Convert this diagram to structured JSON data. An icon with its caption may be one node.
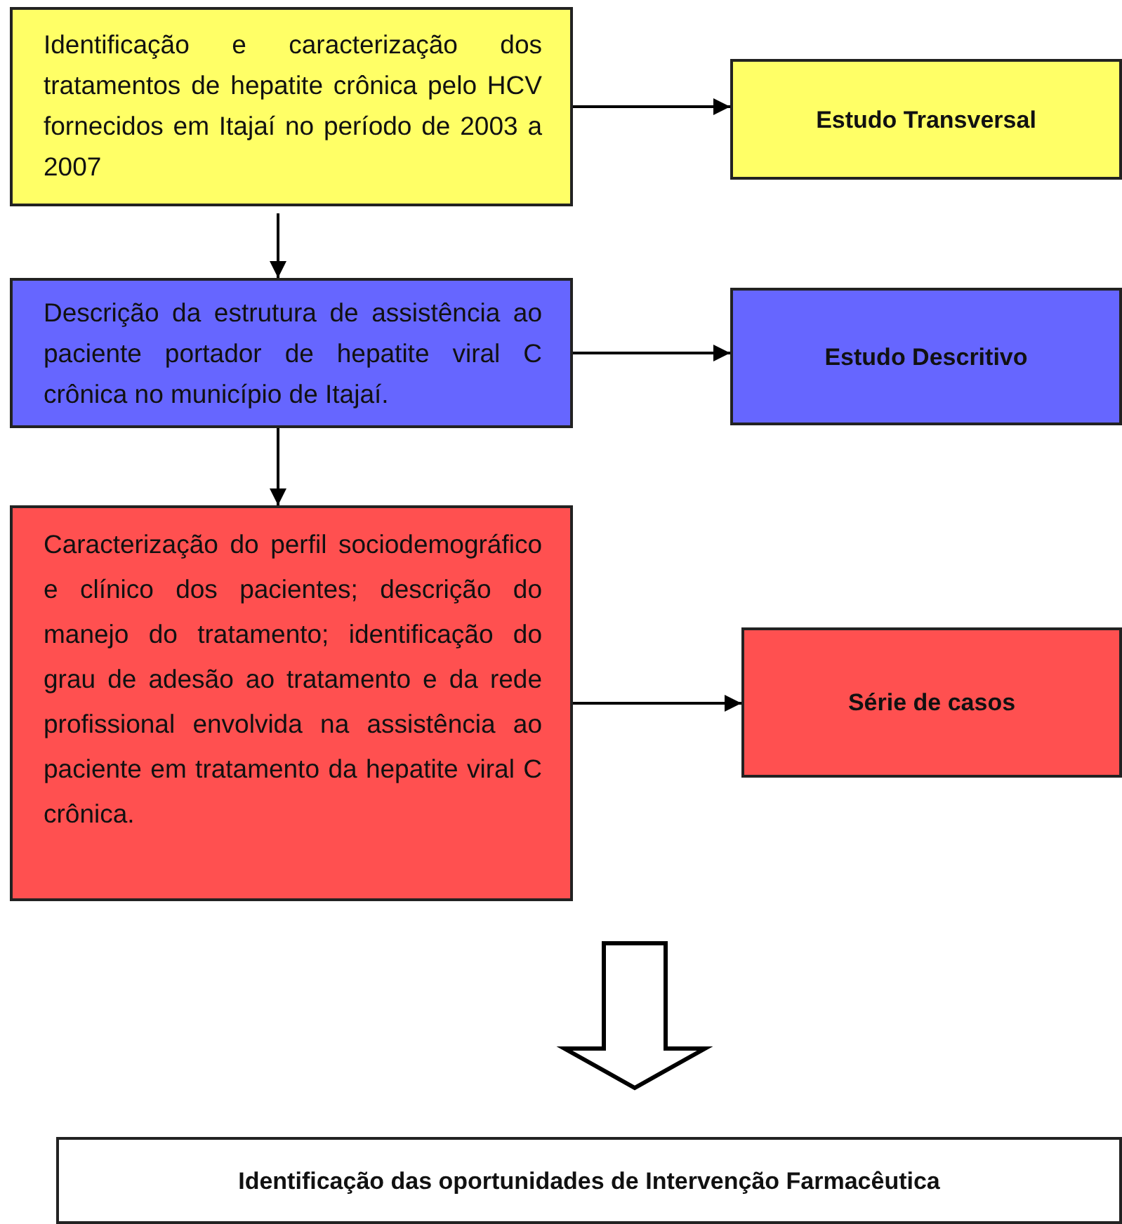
{
  "diagram": {
    "nodes": [
      {
        "text": [
          "Identificação e caracterização dos tratamentos de hepatite crônica pelo HCV fornecidos em Itajaí no período de 2003 a 2007"
        ]
      },
      {
        "text": [
          "Estudo Transversal"
        ]
      },
      {
        "text": [
          "Descrição da estrutura de assistência ao paciente portador de hepatite viral C crônica no município de Itajaí."
        ]
      },
      {
        "text": [
          "Estudo Descritivo"
        ]
      },
      {
        "text": [
          "Caracterização do perfil sociodemográfico e clínico dos pacientes; descrição do manejo do tratamento; identificação do grau de adesão ao tratamento e da rede profissional envolvida na assistência ao paciente em tratamento da hepatite viral C crônica."
        ]
      },
      {
        "text": [
          "Série de casos"
        ]
      },
      {
        "text": [
          "Identificação das oportunidades de Intervenção Farmacêutica"
        ]
      }
    ],
    "edges": [
      {
        "from": 0,
        "to": 1,
        "arrow": "to"
      },
      {
        "from": 0,
        "to": 2,
        "arrow": "to"
      },
      {
        "from": 2,
        "to": 3,
        "arrow": "to"
      },
      {
        "from": 2,
        "to": 4,
        "arrow": "to"
      },
      {
        "from": 4,
        "to": 5,
        "arrow": "to"
      },
      {
        "from": 4,
        "to": 6,
        "arrow": "to",
        "style": "thick"
      }
    ]
  }
}
